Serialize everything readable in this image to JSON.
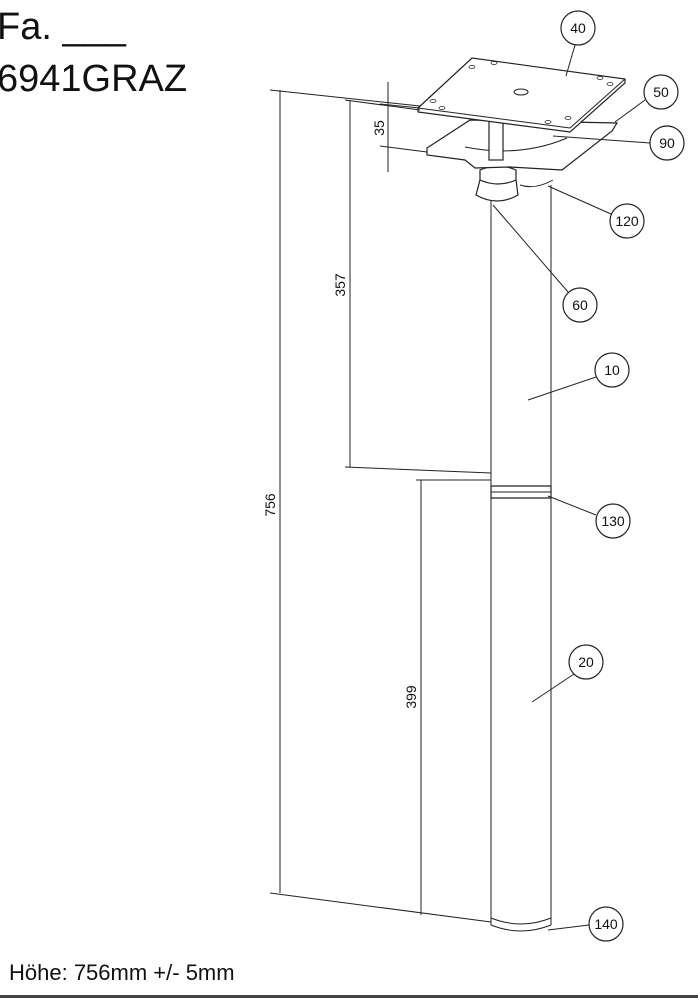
{
  "header": {
    "line1": "Fa. ___",
    "line2": "6941GRAZ"
  },
  "dimensions": {
    "total": "756",
    "upper": "357",
    "plate_gap": "35",
    "lower": "399"
  },
  "callouts": [
    "40",
    "50",
    "90",
    "120",
    "60",
    "10",
    "130",
    "20",
    "140"
  ],
  "footer": {
    "height_note": "Höhe: 756mm +/- 5mm"
  }
}
